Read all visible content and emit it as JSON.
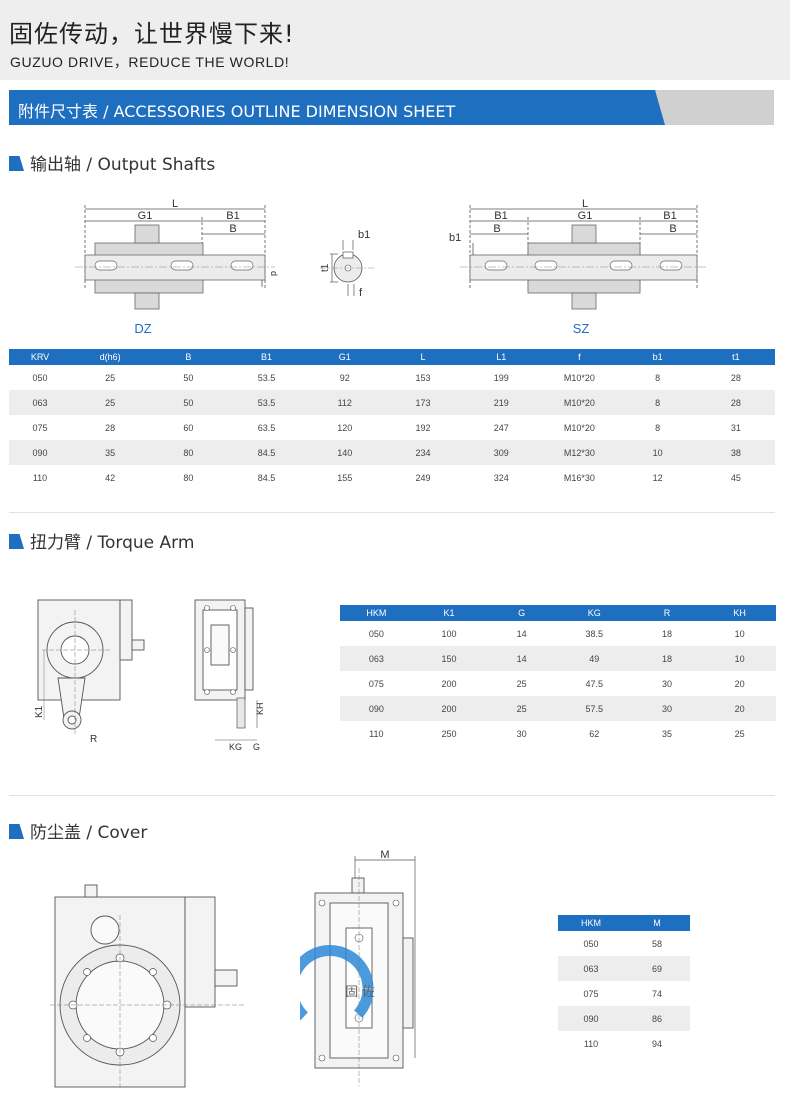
{
  "header": {
    "slogan_cn": "固佐传动，让世界慢下来!",
    "slogan_en": "GUZUO DRIVE，REDUCE THE WORLD!"
  },
  "banner": {
    "title": "附件尺寸表 / ACCESSORIES OUTLINE DIMENSION SHEET"
  },
  "sections": {
    "output_shafts": {
      "title": "输出轴 / Output Shafts",
      "diagram_labels": {
        "L": "L",
        "G1": "G1",
        "B1": "B1",
        "B": "B",
        "d": "d",
        "b1": "b1",
        "t1": "t1",
        "f": "f",
        "dz": "DZ",
        "sz": "SZ"
      },
      "columns": [
        "KRV",
        "d(h6)",
        "B",
        "B1",
        "G1",
        "L",
        "L1",
        "f",
        "b1",
        "t1"
      ],
      "rows": [
        [
          "050",
          "25",
          "50",
          "53.5",
          "92",
          "153",
          "199",
          "M10*20",
          "8",
          "28"
        ],
        [
          "063",
          "25",
          "50",
          "53.5",
          "112",
          "173",
          "219",
          "M10*20",
          "8",
          "28"
        ],
        [
          "075",
          "28",
          "60",
          "63.5",
          "120",
          "192",
          "247",
          "M10*20",
          "8",
          "31"
        ],
        [
          "090",
          "35",
          "80",
          "84.5",
          "140",
          "234",
          "309",
          "M12*30",
          "10",
          "38"
        ],
        [
          "110",
          "42",
          "80",
          "84.5",
          "155",
          "249",
          "324",
          "M16*30",
          "12",
          "45"
        ]
      ]
    },
    "torque_arm": {
      "title": "扭力臂 / Torque Arm",
      "diagram_labels": {
        "K1": "K1",
        "R": "R",
        "KH": "KH",
        "KG": "KG",
        "G": "G"
      },
      "columns": [
        "HKM",
        "K1",
        "G",
        "KG",
        "R",
        "KH"
      ],
      "rows": [
        [
          "050",
          "100",
          "14",
          "38.5",
          "18",
          "10"
        ],
        [
          "063",
          "150",
          "14",
          "49",
          "18",
          "10"
        ],
        [
          "075",
          "200",
          "25",
          "47.5",
          "30",
          "20"
        ],
        [
          "090",
          "200",
          "25",
          "57.5",
          "30",
          "20"
        ],
        [
          "110",
          "250",
          "30",
          "62",
          "35",
          "25"
        ]
      ]
    },
    "cover": {
      "title": "防尘盖 / Cover",
      "diagram_labels": {
        "M": "M",
        "watermark": "固 佐"
      },
      "columns": [
        "HKM",
        "M"
      ],
      "rows": [
        [
          "050",
          "58"
        ],
        [
          "063",
          "69"
        ],
        [
          "075",
          "74"
        ],
        [
          "090",
          "86"
        ],
        [
          "110",
          "94"
        ]
      ]
    }
  },
  "colors": {
    "accent": "#1f6fc0",
    "row_alt": "#ededed",
    "banner_gray": "#d0d0d0",
    "hero_bg": "#eeeeef"
  }
}
